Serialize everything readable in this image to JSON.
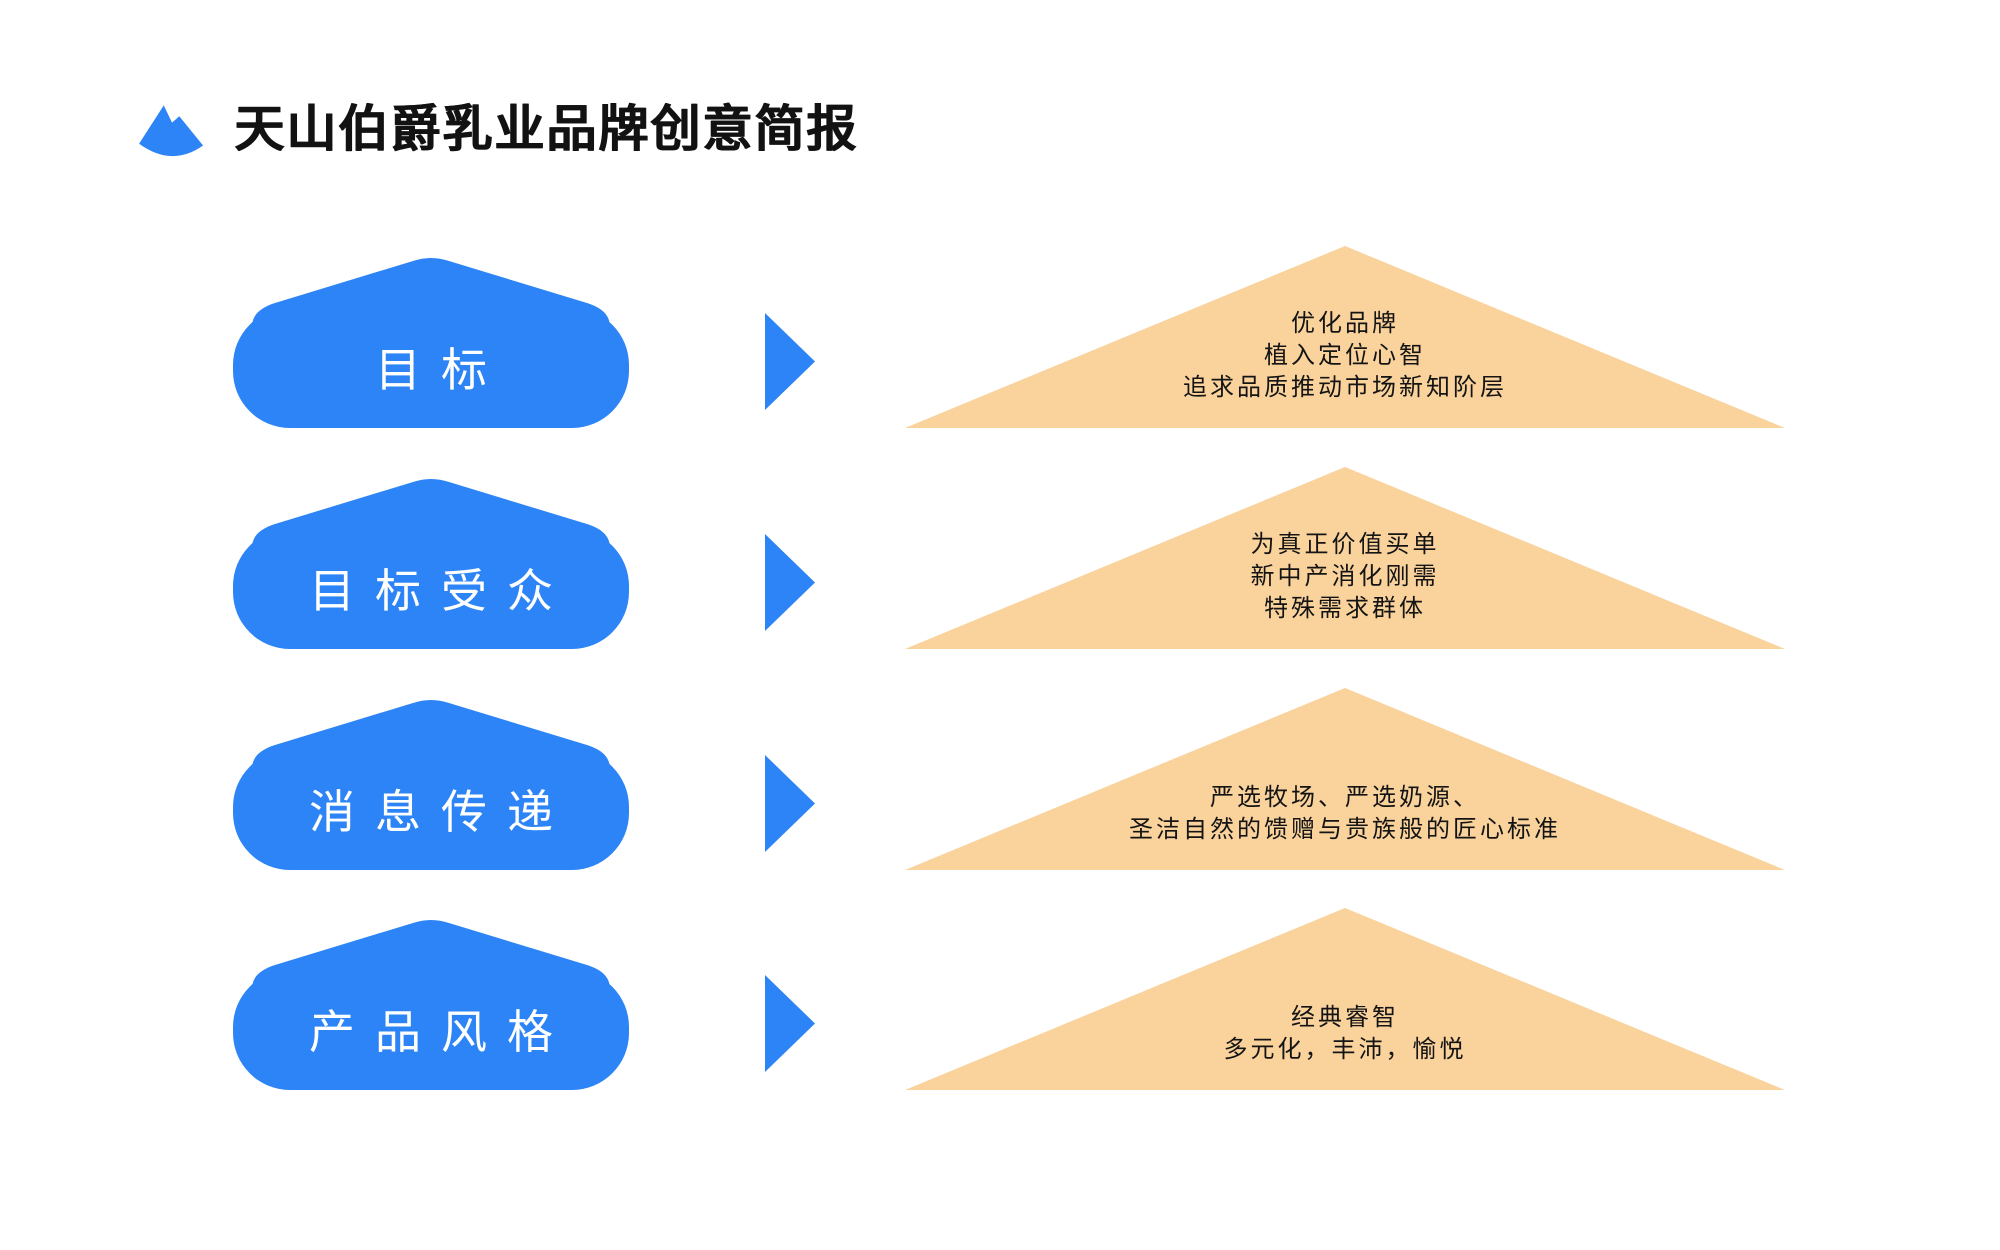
{
  "title": "天山伯爵乳业品牌创意简报",
  "colors": {
    "blue": "#2D84F6",
    "peach": "#F9D29C",
    "ink": "#141414",
    "label": "#FFFFFF",
    "background": "#FFFFFF"
  },
  "icons": {
    "logo": "mountain-icon",
    "row_connector": "right-arrow-icon"
  },
  "rows": [
    {
      "label": "目标",
      "lines": [
        "优化品牌",
        "植入定位心智",
        "追求品质推动市场新知阶层"
      ]
    },
    {
      "label": "目标受众",
      "lines": [
        "为真正价值买单",
        "新中产消化刚需",
        "特殊需求群体"
      ]
    },
    {
      "label": "消息传递",
      "lines": [
        "严选牧场、严选奶源、",
        "圣洁自然的馈赠与贵族般的匠心标准"
      ]
    },
    {
      "label": "产品风格",
      "lines": [
        "经典睿智",
        "多元化，丰沛，愉悦"
      ]
    }
  ]
}
